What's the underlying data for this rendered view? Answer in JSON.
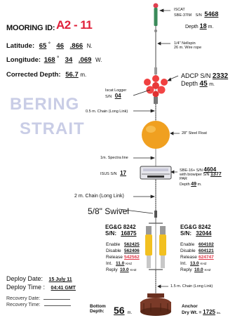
{
  "header": {
    "mooring_label": "MOORING ID:",
    "mooring_id": "A2 - 11",
    "latitude_label": "Latitude:",
    "latitude_deg": "65",
    "latitude_min": "46",
    "latitude_dec": ".866",
    "latitude_hem": "N.",
    "longitude_label": "Longitude:",
    "longitude_deg": "168",
    "longitude_min": "34",
    "longitude_dec": ".069",
    "longitude_hem": "W.",
    "depth_label": "Corrected Depth:",
    "depth_value": "56.7",
    "depth_unit": "m."
  },
  "region": {
    "line1": "BERING",
    "line2": "STRAIT"
  },
  "iscat": {
    "title": "ISCAT",
    "model": "SBE-37IM",
    "sn_label": "S/N",
    "sn": "5468",
    "depth_label": "Depth",
    "depth": "18",
    "depth_unit": "m."
  },
  "nellspin": {
    "line1": "1/4\" Nellspin",
    "line2": "26 m. Wire rope"
  },
  "adcp": {
    "label": "ADCP S/N",
    "sn": "2332",
    "depth_label": "Depth",
    "depth": "45",
    "depth_unit": "m."
  },
  "iscat_logger": {
    "line1": "Iscat Logger",
    "sn_label": "S/N",
    "sn": "04"
  },
  "chain1": {
    "label": "0.5 m. Chain (Long Link)"
  },
  "float": {
    "label": "28\" Steel Float"
  },
  "spectra": {
    "label": "1m. Spectra line"
  },
  "isus": {
    "label": "ISUS S/N",
    "sn": "17"
  },
  "sbe16": {
    "line1": "SBE-16+ S/N",
    "sn": "4604",
    "line2": "with biowiper S/N",
    "wiper_sn": "1377",
    "line3": "PAR",
    "depth_label": "Depth",
    "depth": "49",
    "depth_unit": "m."
  },
  "chain2": {
    "label": "2 m. Chain (Long Link)"
  },
  "swivel": {
    "label": "5/8\" Swivel"
  },
  "release_left": {
    "model": "EG&G 8242",
    "sn_label": "S/N:",
    "sn": "16875",
    "enable_label": "Enable",
    "enable": "562425",
    "disable_label": "Disable",
    "disable": "562406",
    "release_label": "Release",
    "release": "542562",
    "int_label": "Int.",
    "int": "11.0",
    "int_unit": "KHZ",
    "reply_label": "Reply",
    "reply": "10.0",
    "reply_unit": "KHZ"
  },
  "release_right": {
    "model": "EG&G 8242",
    "sn_label": "S/N:",
    "sn": "32044",
    "enable_label": "Enable",
    "enable": "604102",
    "disable_label": "Disable",
    "disable": "604121",
    "release_label": "Release",
    "release": "624747",
    "int_label": "Int.",
    "int": "13.0",
    "int_unit": "KHZ",
    "reply_label": "Reply",
    "reply": "10.0",
    "reply_unit": "KHZ"
  },
  "deploy": {
    "date_label": "Deploy Date:",
    "date": "15 July 11",
    "time_label": "Deploy Time :",
    "time": "04:41 GMT",
    "recovery_date_label": "Recovery Date:",
    "recovery_time_label": "Recovery Time:"
  },
  "chain3": {
    "label": "1.5 m. Chain (Long Link)"
  },
  "bottom": {
    "label1": "Bottom",
    "label2": "Depth:",
    "depth": "56",
    "unit": "m."
  },
  "anchor": {
    "label1": "Anchor",
    "label2": "Dry Wt. =",
    "weight": "1725",
    "unit": "lbs."
  },
  "colors": {
    "accent_red": "#e0203a",
    "float_orange": "#f0a020",
    "adcp_red": "#f04040",
    "region_text": "#c9cde6",
    "release_yellow": "#f2c020",
    "anchor_brown": "#7a3a28"
  }
}
